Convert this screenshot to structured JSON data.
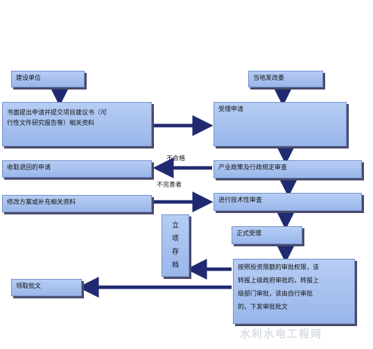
{
  "diagram": {
    "nodes": {
      "construction_unit": "建设单位",
      "submit_application": [
        "书面提出申请并提交项目建议书（可",
        "行性文件研究报告等）相关资料"
      ],
      "receive_returned": "收取退回的申请",
      "revise_plan": "修改方案或补充相关资料",
      "approval_authority": "当地发改委",
      "accept_application": "受理申请",
      "policy_review": "产业政策及行政规定审查",
      "technical_review": "进行技术性审查",
      "formal_acceptance": "正式受理",
      "approval_process": [
        "按照投资限额的审批权限，该",
        "转报上级政府审批的，转报上",
        "级部门审批，该由自行审批",
        "的，下发审批批文"
      ],
      "project_archive": [
        "立",
        "项",
        "存",
        "档"
      ],
      "receive_approval": "领取批文"
    },
    "edge_labels": {
      "unqualified": "不合格",
      "incomplete": "不完善者"
    },
    "watermark": "水利水电工程网"
  }
}
